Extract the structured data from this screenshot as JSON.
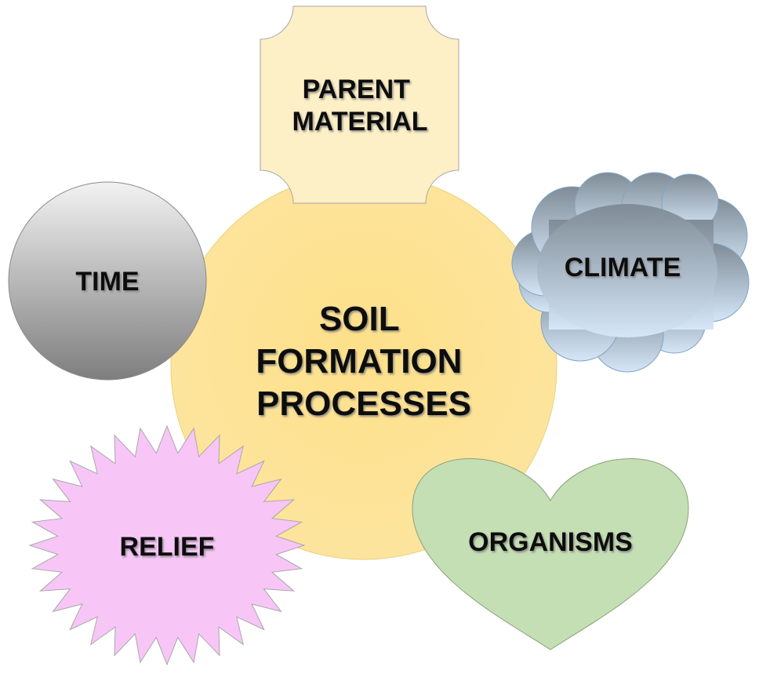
{
  "center": {
    "lines": [
      "SOIL",
      "FORMATION",
      "PROCESSES"
    ]
  },
  "factors": {
    "parent_material": {
      "lines": [
        "PARENT",
        "MATERIAL"
      ],
      "shape": "plaque"
    },
    "climate": {
      "text": "CLIMATE",
      "shape": "cloud"
    },
    "time": {
      "text": "TIME",
      "shape": "circle"
    },
    "relief": {
      "text": "RELIEF",
      "shape": "starburst"
    },
    "organisms": {
      "text": "ORGANISMS",
      "shape": "heart"
    }
  },
  "colors": {
    "center_fill": "#fde08a",
    "parent_fill": "#fdefc6",
    "climate_top": "#7f8c97",
    "climate_bottom": "#d5e6f7",
    "time_top": "#f2f2f2",
    "time_bottom": "#7e7e7e",
    "relief_fill": "#f7c6f7",
    "organisms_fill": "#c5dfb4"
  }
}
